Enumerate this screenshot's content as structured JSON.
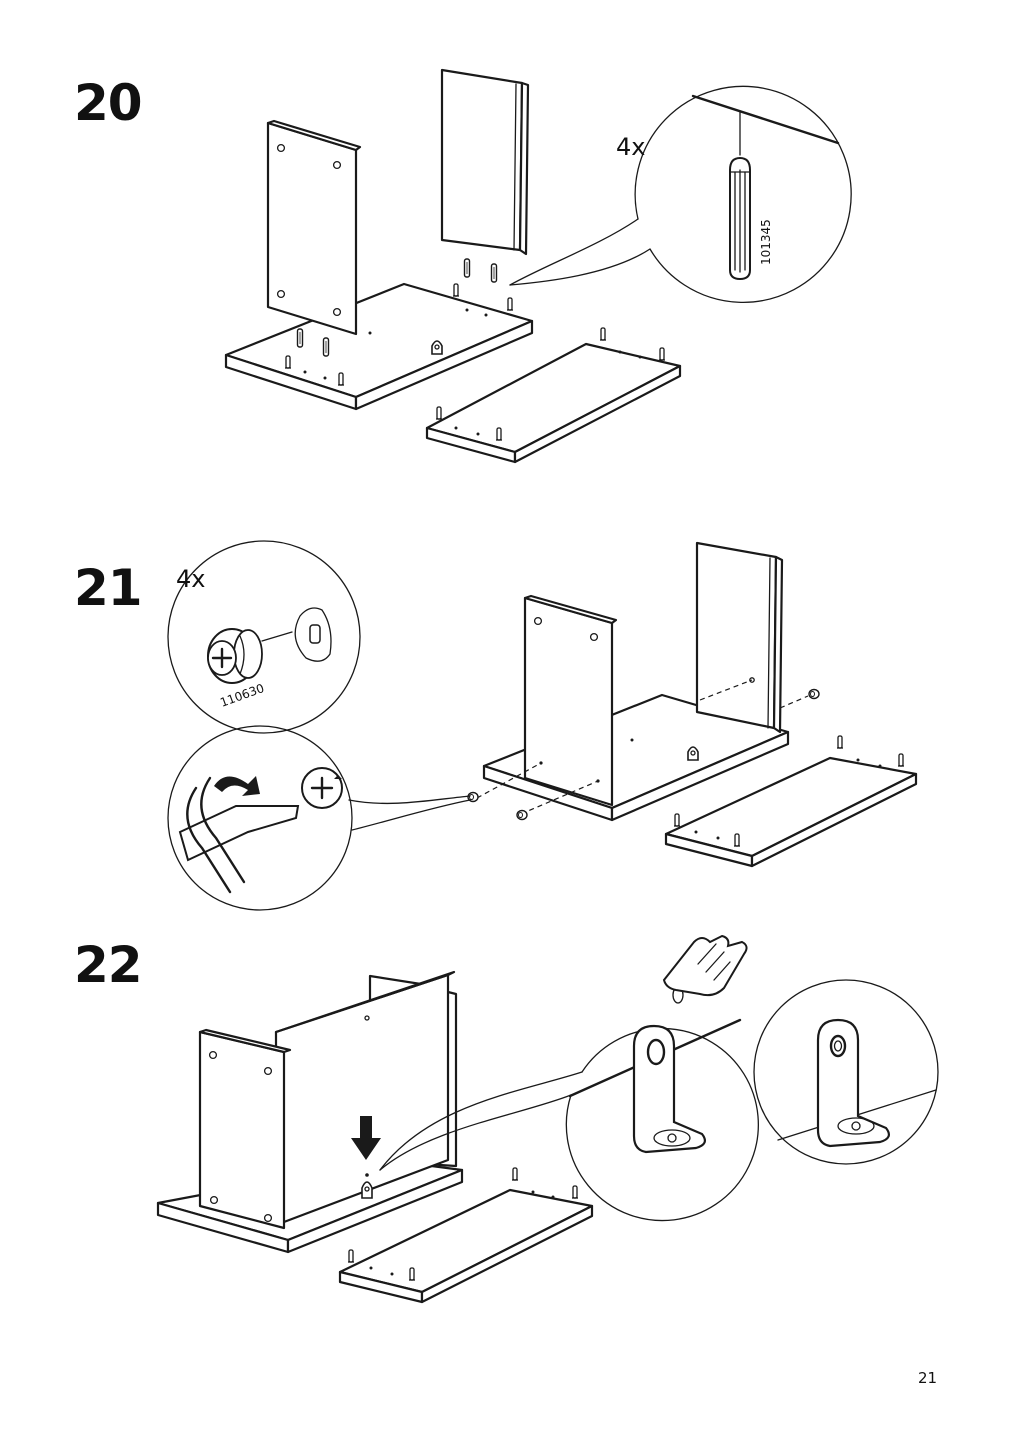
{
  "steps": [
    {
      "number": "20",
      "quantity": "4x",
      "part_number": "101345"
    },
    {
      "number": "21",
      "quantity": "4x",
      "part_number": "110630"
    },
    {
      "number": "22"
    }
  ],
  "page_number": "21",
  "icons": [
    "wooden-dowel-icon",
    "cam-lock-icon",
    "screwdriver-icon",
    "hand-pointing-icon",
    "down-arrow-icon",
    "metal-bracket-icon"
  ]
}
